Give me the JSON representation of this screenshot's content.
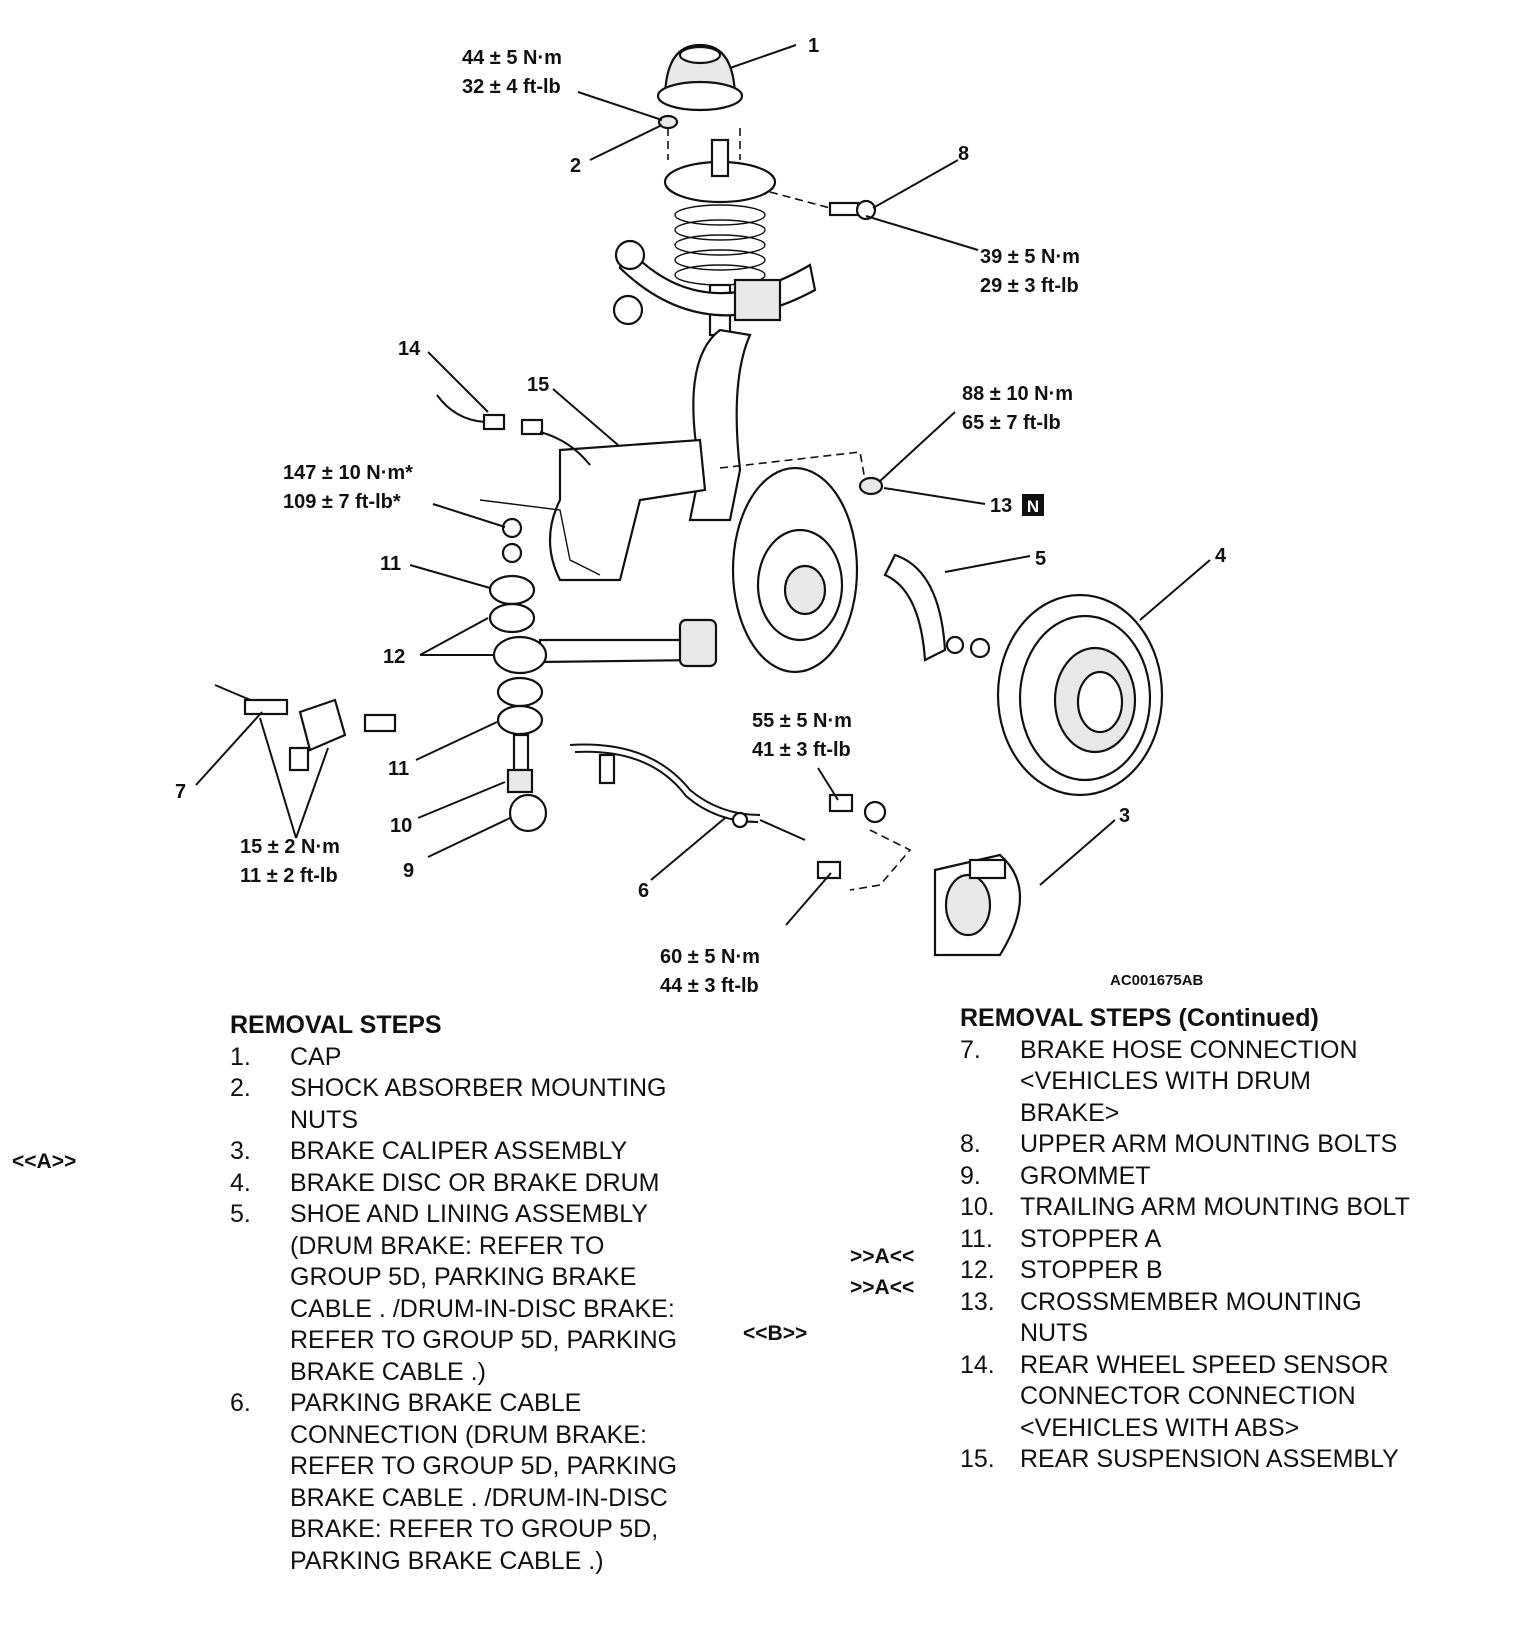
{
  "diagram": {
    "callouts": {
      "c1": "1",
      "c2": "2",
      "c3": "3",
      "c4": "4",
      "c5": "5",
      "c6": "6",
      "c7": "7",
      "c8": "8",
      "c9": "9",
      "c10": "10",
      "c11a": "11",
      "c11b": "11",
      "c12": "12",
      "c13": "13",
      "c13_badge": "N",
      "c14": "14",
      "c15": "15"
    },
    "torques": {
      "t1_nm": "44 ± 5 N·m",
      "t1_ft": "32 ± 4 ft-lb",
      "t2_nm": "39 ± 5 N·m",
      "t2_ft": "29 ± 3 ft-lb",
      "t3_nm": "88 ± 10 N·m",
      "t3_ft": "65 ± 7 ft-lb",
      "t4_nm": "147 ± 10 N·m*",
      "t4_ft": "109 ± 7 ft-lb*",
      "t5_nm": "55 ± 5 N·m",
      "t5_ft": "41 ± 3 ft-lb",
      "t6_nm": "15 ± 2 N·m",
      "t6_ft": "11 ± 2 ft-lb",
      "t7_nm": "60 ± 5 N·m",
      "t7_ft": "44 ± 3 ft-lb"
    },
    "figure_code": "AC001675AB"
  },
  "removal": {
    "heading": "REMOVAL STEPS",
    "steps": [
      {
        "n": "1.",
        "lines": [
          "CAP"
        ]
      },
      {
        "n": "2.",
        "lines": [
          "SHOCK ABSORBER MOUNTING",
          "NUTS"
        ]
      },
      {
        "n": "3.",
        "lines": [
          "BRAKE CALIPER ASSEMBLY"
        ]
      },
      {
        "n": "4.",
        "lines": [
          "BRAKE DISC OR BRAKE DRUM"
        ]
      },
      {
        "n": "5.",
        "lines": [
          "SHOE AND LINING ASSEMBLY",
          "(DRUM BRAKE: REFER TO",
          "GROUP 5D, PARKING BRAKE",
          "CABLE . /DRUM-IN-DISC BRAKE:",
          "REFER TO GROUP 5D, PARKING",
          "BRAKE CABLE .)"
        ]
      },
      {
        "n": "6.",
        "lines": [
          "PARKING BRAKE CABLE",
          "CONNECTION (DRUM BRAKE:",
          "REFER TO GROUP 5D, PARKING",
          "BRAKE CABLE . /DRUM-IN-DISC",
          "BRAKE: REFER TO GROUP 5D,",
          "PARKING BRAKE CABLE .)"
        ]
      }
    ]
  },
  "removal_continued": {
    "heading": "REMOVAL STEPS (Continued)",
    "steps": [
      {
        "n": "7.",
        "lines": [
          "BRAKE HOSE CONNECTION",
          "<VEHICLES WITH DRUM",
          "BRAKE>"
        ]
      },
      {
        "n": "8.",
        "lines": [
          "UPPER ARM MOUNTING BOLTS"
        ]
      },
      {
        "n": "9.",
        "lines": [
          "GROMMET"
        ]
      },
      {
        "n": "10.",
        "lines": [
          "TRAILING ARM MOUNTING BOLT"
        ]
      },
      {
        "n": "11.",
        "lines": [
          "STOPPER A"
        ]
      },
      {
        "n": "12.",
        "lines": [
          "STOPPER B"
        ]
      },
      {
        "n": "13.",
        "lines": [
          "CROSSMEMBER MOUNTING",
          "NUTS"
        ]
      },
      {
        "n": "14.",
        "lines": [
          "REAR WHEEL SPEED SENSOR",
          "CONNECTOR CONNECTION",
          "<VEHICLES WITH ABS>"
        ]
      },
      {
        "n": "15.",
        "lines": [
          "REAR SUSPENSION ASSEMBLY"
        ]
      }
    ]
  },
  "markers": {
    "step3": "<<A>>",
    "step11": ">>A<<",
    "step12": ">>A<<",
    "step13": "<<B>>"
  }
}
